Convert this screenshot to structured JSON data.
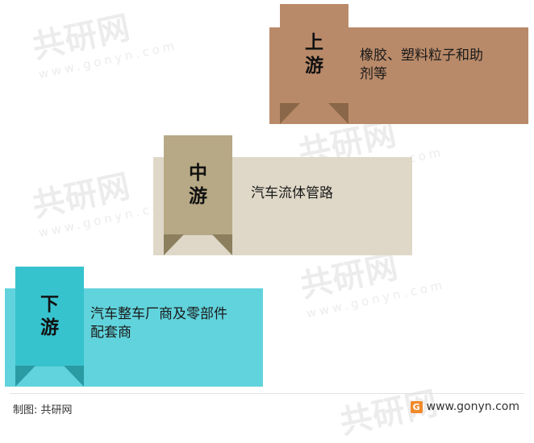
{
  "watermark": {
    "text": "共研网",
    "sub": "www.gonyn.com"
  },
  "tiers": [
    {
      "label_1": "上",
      "label_2": "游",
      "desc_line1": "橡胶、塑料粒子和助",
      "desc_line2": "剂等",
      "color_card": "#b98a69",
      "color_tag": "#b98a69"
    },
    {
      "label_1": "中",
      "label_2": "游",
      "desc_line1": "汽车流体管路",
      "desc_line2": "",
      "color_card": "#dfd8c8",
      "color_tag": "#b7a985"
    },
    {
      "label_1": "下",
      "label_2": "游",
      "desc_line1": "汽车整车厂商及零部件",
      "desc_line2": "配套商",
      "color_card": "#61d3dc",
      "color_tag": "#37c3ce"
    }
  ],
  "footer": {
    "left": "制图: 共研网",
    "right": "www.gonyn.com",
    "logo": "G"
  }
}
